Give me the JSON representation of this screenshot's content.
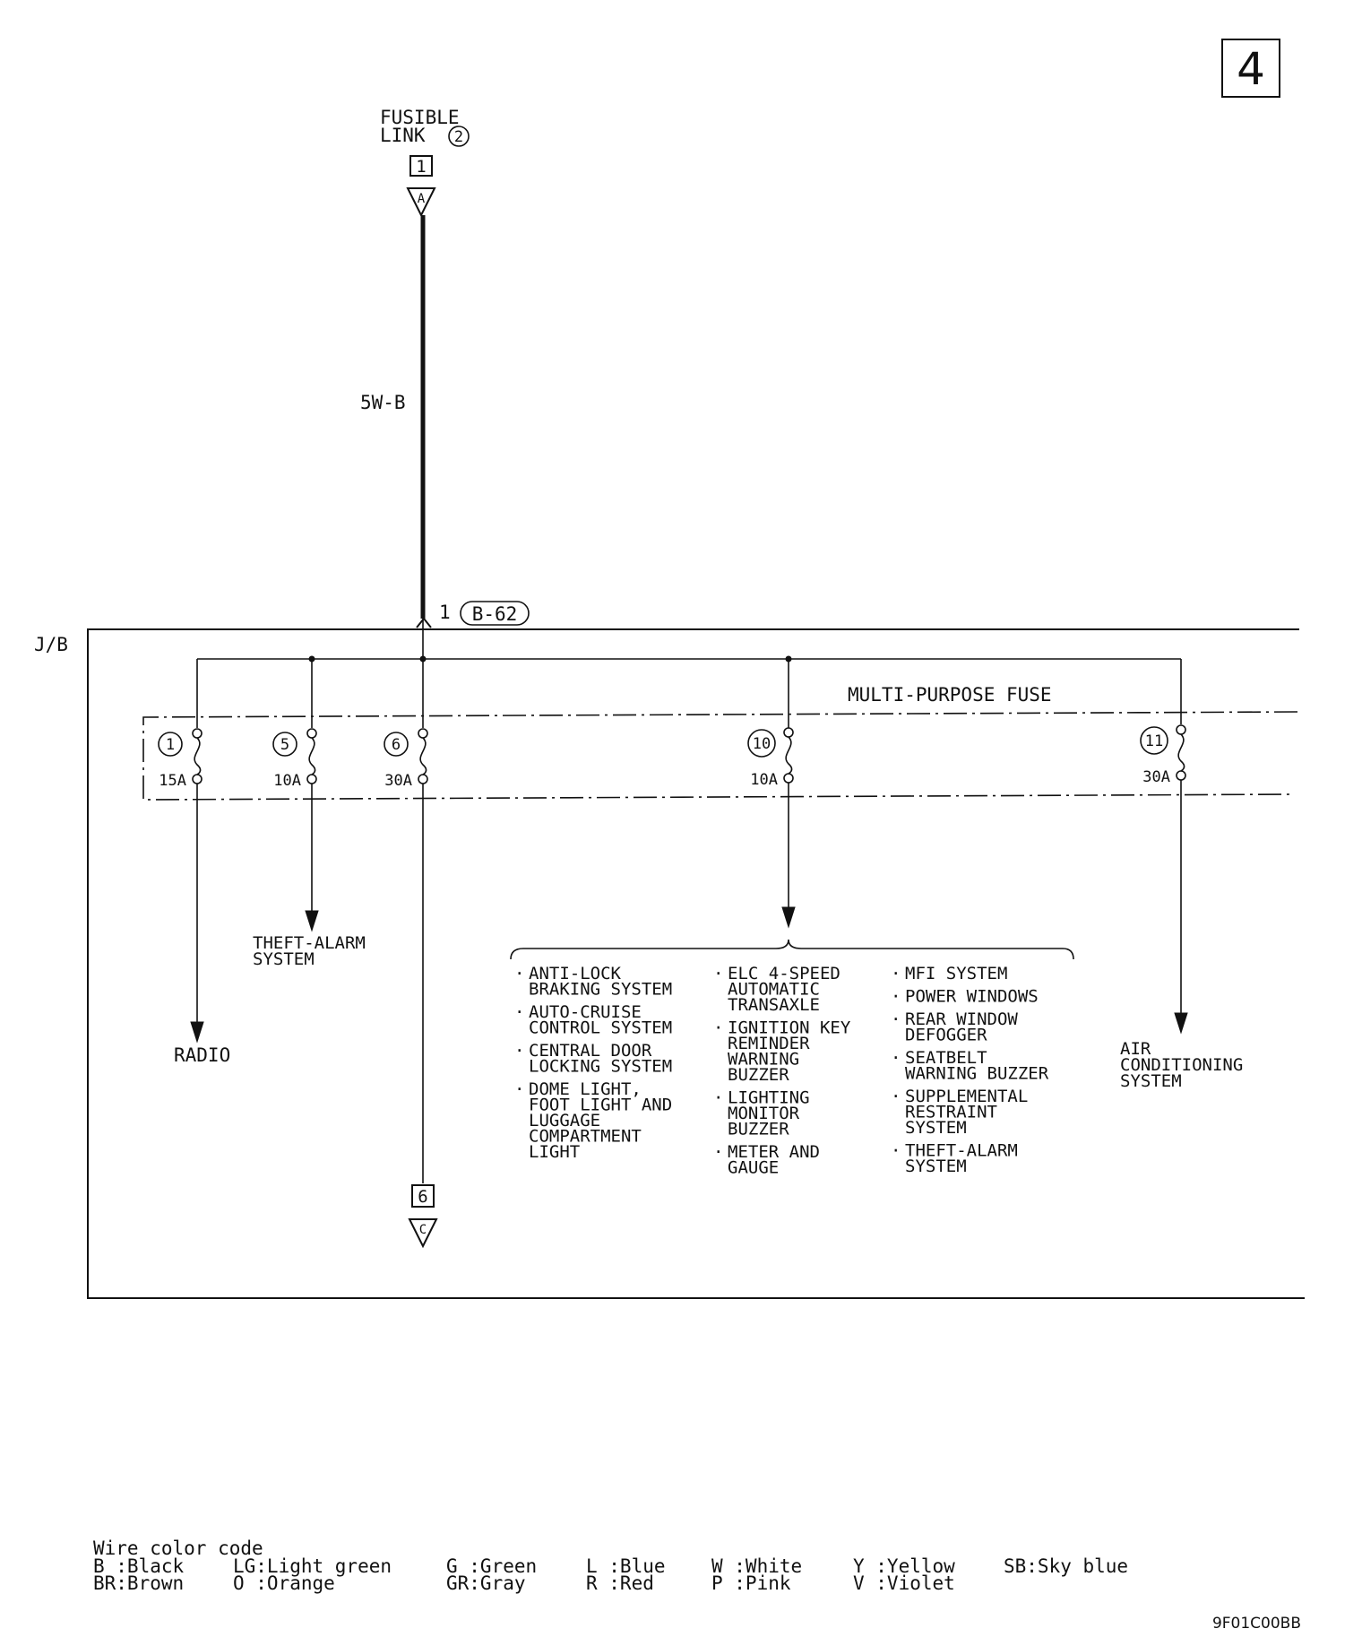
{
  "page_number": "4",
  "source": {
    "name_line1": "FUSIBLE",
    "name_line2": "LINK",
    "link_number": "2",
    "connector_number": "1",
    "connector_letter": "A"
  },
  "main_wire_label": "5W-B",
  "junction_connector": {
    "pin": "1",
    "id": "B-62"
  },
  "jb_label": "J/B",
  "fuse_block_label": "MULTI-PURPOSE FUSE",
  "fuses": [
    {
      "number": "1",
      "rating": "15A"
    },
    {
      "number": "5",
      "rating": "10A"
    },
    {
      "number": "6",
      "rating": "30A"
    },
    {
      "number": "10",
      "rating": "10A"
    },
    {
      "number": "11",
      "rating": "30A"
    }
  ],
  "destinations": {
    "radio": "RADIO",
    "theft_alarm": [
      "THEFT-ALARM",
      "SYSTEM"
    ],
    "air_conditioning": [
      "AIR",
      "CONDITIONING",
      "SYSTEM"
    ],
    "continuation_number": "6",
    "continuation_letter": "C"
  },
  "systems_list": [
    [
      [
        "ANTI-LOCK",
        "BRAKING SYSTEM"
      ],
      [
        "AUTO-CRUISE",
        "CONTROL SYSTEM"
      ],
      [
        "CENTRAL DOOR",
        "LOCKING SYSTEM"
      ],
      [
        "DOME LIGHT,",
        "FOOT LIGHT AND",
        "LUGGAGE",
        "COMPARTMENT",
        "LIGHT"
      ]
    ],
    [
      [
        "ELC 4-SPEED",
        "AUTOMATIC",
        "TRANSAXLE"
      ],
      [
        "IGNITION KEY",
        "REMINDER",
        "WARNING",
        "BUZZER"
      ],
      [
        "LIGHTING",
        "MONITOR",
        "BUZZER"
      ],
      [
        "METER AND",
        "GAUGE"
      ]
    ],
    [
      [
        "MFI SYSTEM"
      ],
      [
        "POWER WINDOWS"
      ],
      [
        "REAR WINDOW",
        "DEFOGGER"
      ],
      [
        "SEATBELT",
        "WARNING BUZZER"
      ],
      [
        "SUPPLEMENTAL",
        "RESTRAINT",
        "SYSTEM"
      ],
      [
        "THEFT-ALARM",
        "SYSTEM"
      ]
    ]
  ],
  "wire_color_code": {
    "title": "Wire color code",
    "columns": [
      [
        "B :Black",
        "BR:Brown"
      ],
      [
        "LG:Light green",
        "O :Orange"
      ],
      [
        "G :Green",
        "GR:Gray"
      ],
      [
        "L :Blue",
        "R :Red"
      ],
      [
        "W :White",
        "P :Pink"
      ],
      [
        "Y :Yellow",
        "V :Violet"
      ],
      [
        "SB:Sky blue",
        ""
      ]
    ]
  },
  "figure_code": "9F01C00BB"
}
